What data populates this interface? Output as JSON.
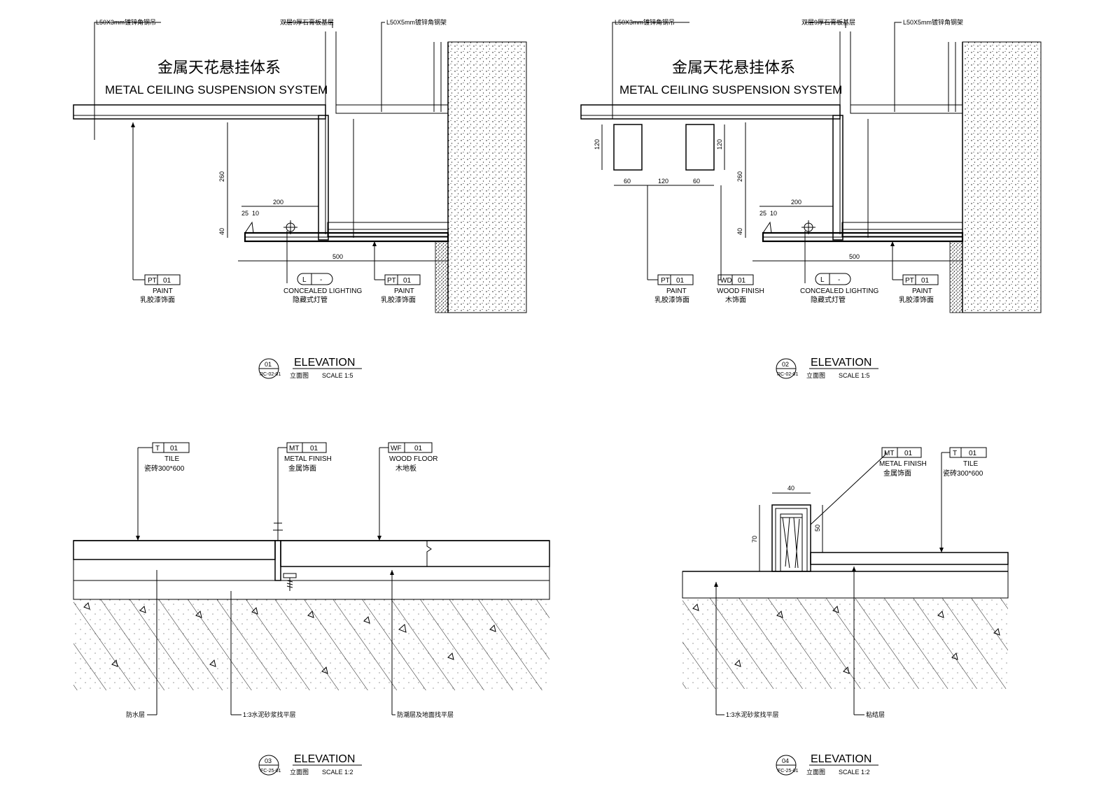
{
  "detail1": {
    "leader_top_left": "L50X3mm镀锌角钢吊",
    "leader_top_mid": "双层9厚石膏板基层",
    "leader_top_right": "L50X5mm镀锌角钢架",
    "title_cn": "金属天花悬挂体系",
    "title_en": "METAL CEILING SUSPENSION SYSTEM",
    "dims": {
      "d260": "260",
      "d200": "200",
      "d25": "25",
      "d10": "10",
      "d40": "40",
      "d500": "500"
    },
    "tags": [
      {
        "code": "PT",
        "num": "01",
        "en": "PAINT",
        "cn": "乳胶漆饰面"
      },
      {
        "code": "L",
        "num": "-",
        "en": "CONCEALED LIGHTING",
        "cn": "隐藏式灯管"
      },
      {
        "code": "PT",
        "num": "01",
        "en": "PAINT",
        "cn": "乳胶漆饰面"
      }
    ],
    "bubble_num": "01",
    "bubble_ref": "RC-02-01",
    "elev": "ELEVATION",
    "elev_cn": "立面图",
    "scale": "SCALE  1:5"
  },
  "detail2": {
    "leader_top_left": "L50X3mm镀锌角钢吊",
    "leader_top_mid": "双层9厚石膏板基层",
    "leader_top_right": "L50X5mm镀锌角钢架",
    "title_cn": "金属天花悬挂体系",
    "title_en": "METAL CEILING SUSPENSION SYSTEM",
    "dims": {
      "d120a": "120",
      "d120b": "120",
      "d60a": "60",
      "d120c": "120",
      "d60b": "60",
      "d260": "260",
      "d200": "200",
      "d25": "25",
      "d10": "10",
      "d40": "40",
      "d500": "500"
    },
    "tags": [
      {
        "code": "PT",
        "num": "01",
        "en": "PAINT",
        "cn": "乳胶漆饰面"
      },
      {
        "code": "WD",
        "num": "01",
        "en": "WOOD FINISH",
        "cn": "木饰面"
      },
      {
        "code": "L",
        "num": "-",
        "en": "CONCEALED LIGHTING",
        "cn": "隐藏式灯管"
      },
      {
        "code": "PT",
        "num": "01",
        "en": "PAINT",
        "cn": "乳胶漆饰面"
      }
    ],
    "bubble_num": "02",
    "bubble_ref": "RC-02-01",
    "elev": "ELEVATION",
    "elev_cn": "立面图",
    "scale": "SCALE  1:5"
  },
  "detail3": {
    "tags": [
      {
        "code": "T",
        "num": "01",
        "en": "TILE",
        "cn": "瓷砖300*600"
      },
      {
        "code": "MT",
        "num": "01",
        "en": "METAL FINISH",
        "cn": "金属饰面"
      },
      {
        "code": "WF",
        "num": "01",
        "en": "WOOD FLOOR",
        "cn": "木地板"
      }
    ],
    "note_left": "防水层",
    "note_mid": "1:3水泥砂浆找平层",
    "note_right": "防潮层及地面找平层",
    "bubble_num": "03",
    "bubble_ref": "FC-25-01",
    "elev": "ELEVATION",
    "elev_cn": "立面图",
    "scale": "SCALE  1:2"
  },
  "detail4": {
    "tags": [
      {
        "code": "MT",
        "num": "01",
        "en": "METAL FINISH",
        "cn": "金属饰面"
      },
      {
        "code": "T",
        "num": "01",
        "en": "TILE",
        "cn": "瓷砖300*600"
      }
    ],
    "dims": {
      "d40": "40",
      "d70": "70",
      "d50": "50"
    },
    "note_left": "1:3水泥砂浆找平层",
    "note_right": "粘结层",
    "bubble_num": "04",
    "bubble_ref": "FC-25-01",
    "elev": "ELEVATION",
    "elev_cn": "立面图",
    "scale": "SCALE  1:2"
  }
}
